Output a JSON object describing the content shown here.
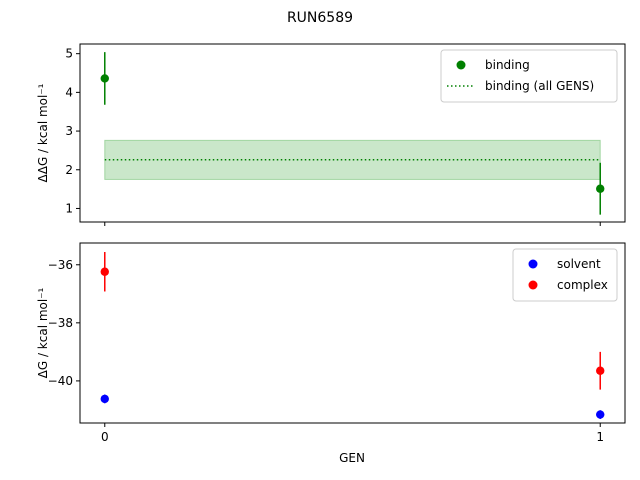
{
  "chart_data": {
    "title": "RUN6589",
    "xlabel": "GEN",
    "x_ticks": [
      0,
      1
    ],
    "xlim": [
      -0.05,
      1.05
    ],
    "panels": [
      {
        "type": "scatter",
        "ylabel": "ΔΔG / kcal mol⁻¹",
        "ylim": [
          0.65,
          5.25
        ],
        "y_ticks": [
          1,
          2,
          3,
          4,
          5
        ],
        "legend_position": "top-right",
        "series": [
          {
            "name": "binding",
            "color": "#008000",
            "marker": "circle",
            "points": [
              {
                "x": 0,
                "y": 4.36,
                "err": 0.68
              },
              {
                "x": 1,
                "y": 1.51,
                "err": 0.67
              }
            ]
          }
        ],
        "reference_lines": [
          {
            "name": "binding (all GENS)",
            "color": "#008000",
            "style": "dotted",
            "value": 2.26,
            "band": [
              1.75,
              2.76
            ],
            "band_color": "#2ca02c",
            "band_opacity": 0.25
          }
        ]
      },
      {
        "type": "scatter",
        "ylabel": "ΔG / kcal mol⁻¹",
        "ylim": [
          -41.45,
          -35.25
        ],
        "y_ticks": [
          -36,
          -38,
          -40
        ],
        "legend_position": "top-right",
        "series": [
          {
            "name": "solvent",
            "color": "#0000ff",
            "marker": "circle",
            "points": [
              {
                "x": 0,
                "y": -40.62,
                "err": 0.15
              },
              {
                "x": 1,
                "y": -41.16,
                "err": 0.15
              }
            ]
          },
          {
            "name": "complex",
            "color": "#ff0000",
            "marker": "circle",
            "points": [
              {
                "x": 0,
                "y": -36.24,
                "err": 0.68
              },
              {
                "x": 1,
                "y": -39.65,
                "err": 0.65
              }
            ]
          }
        ]
      }
    ]
  }
}
